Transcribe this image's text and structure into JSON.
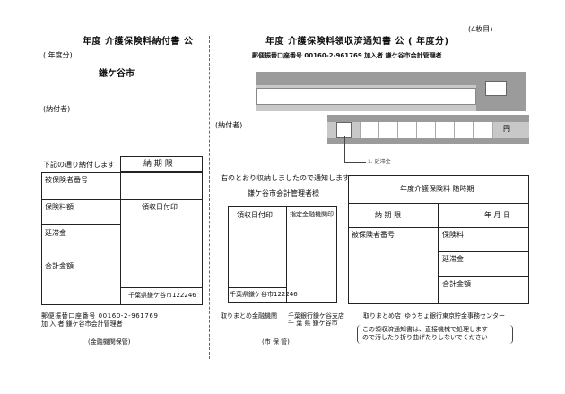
{
  "left": {
    "title": "年度 介護保険料納付書 公",
    "year_label": "(    年度分)",
    "city": "鎌ケ谷市",
    "payer_label": "(納付者)",
    "pay_note": "下記の通り納付します",
    "period_header": "納 期 限",
    "insured_no_label": "被保険者番号",
    "premium_label": "保険料額",
    "receipt_date_label": "領収日付印",
    "late_fee_label": "延滞金",
    "total_label": "合計金額",
    "stamp_text": "千葉県鎌ケ谷市122246",
    "postal_account": "郵便振替口座番号 00160-2-961769",
    "member": "加 入 者 鎌ケ谷市会計管理者",
    "keeper": "(金融機関保管)"
  },
  "right": {
    "page_count": "(4枚目)",
    "title": "年度 介護保険料領収済通知書 公 (   年度分)",
    "postal_line": "郵便振替口座番号 00160-2-961769 加入者 鎌ケ谷市会計管理者",
    "payer_label": "(納付者)",
    "yen_label": "円",
    "late_fee_note": "1. 延滞金",
    "received_note": "右のとおり収納しましたので通知します",
    "addressee": "鎌ケ谷市会計管理者様",
    "receipt_date_stamp_label": "領収日付印",
    "designated_bank_label": "指定金融機関印",
    "stamp_text": "千葉県鎌ケ谷市122246",
    "premium_type": "年度介護保険料 随時期",
    "period_label": "納 期 限",
    "ymd": "年 月 日",
    "insured_no_label": "被保険者番号",
    "premium_label": "保険料",
    "late_fee_label": "延滞金",
    "total_label": "合計金額",
    "bank_label": "取りまとめ金融機関",
    "bank_value": "千葉銀行鎌ケ谷支店",
    "office_label": "取りまとめ店",
    "office_value": "ゆうちょ銀行東京貯金事務センター",
    "prefecture": "千 葉 県 鎌ケ谷市",
    "city_keeper": "(市 保 管)",
    "notice_line1": "この領収済通知書は、直接機械で処理します",
    "notice_line2": "ので汚したり折り曲げたりしないでください"
  }
}
